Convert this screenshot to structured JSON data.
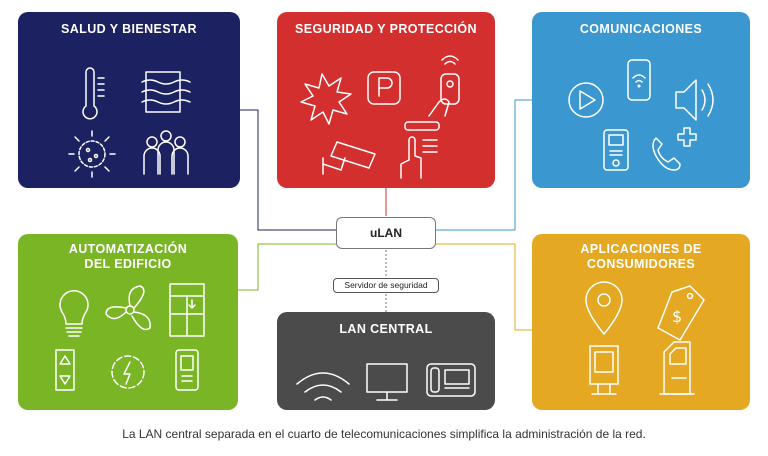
{
  "tiles": {
    "salud": {
      "title": "SALUD Y BIENESTAR",
      "color": "#1c2161",
      "icons": [
        "thermometer-icon",
        "air-filter-icon",
        "virus-icon",
        "people-group-icon"
      ]
    },
    "seguridad": {
      "title": "SEGURIDAD Y PROTECCIÓN",
      "color": "#d42f2f",
      "icons": [
        "alarm-burst-icon",
        "parking-icon",
        "key-fob-hand-icon",
        "security-camera-icon",
        "keypad-hand-icon"
      ]
    },
    "comunicaciones": {
      "title": "COMUNICACIONES",
      "color": "#3a97d0",
      "icons": [
        "play-circle-icon",
        "smartphone-wifi-icon",
        "speaker-icon",
        "intercom-handset-icon",
        "phone-plus-icon"
      ]
    },
    "automatizacion": {
      "title": "AUTOMATIZACIÓN\nDEL EDIFICIO",
      "color": "#7ab526",
      "icons": [
        "light-bulb-icon",
        "fan-icon",
        "window-blind-icon",
        "elevator-icon",
        "power-gear-icon",
        "smart-panel-icon"
      ]
    },
    "lan_central": {
      "title": "LAN CENTRAL",
      "color": "#4b4b4b",
      "icons": [
        "wifi-icon",
        "monitor-icon",
        "telephone-icon"
      ]
    },
    "aplicaciones": {
      "title": "APLICACIONES DE\nCONSUMIDORES",
      "color": "#e5a823",
      "icons": [
        "location-pin-icon",
        "price-tag-icon",
        "digital-signage-icon",
        "kiosk-icon"
      ]
    }
  },
  "hub": {
    "label": "uLAN"
  },
  "security_server": {
    "label": "Servidor de seguridad"
  },
  "caption": "La LAN central separada en el cuarto de telecomunicaciones simplifica la administración de la red.",
  "connector_colors": {
    "salud": "#1c2161",
    "seguridad": "#d42f2f",
    "comunicaciones": "#3a97d0",
    "automatizacion": "#7ab526",
    "aplicaciones": "#e5a823",
    "lan": "#777777"
  }
}
